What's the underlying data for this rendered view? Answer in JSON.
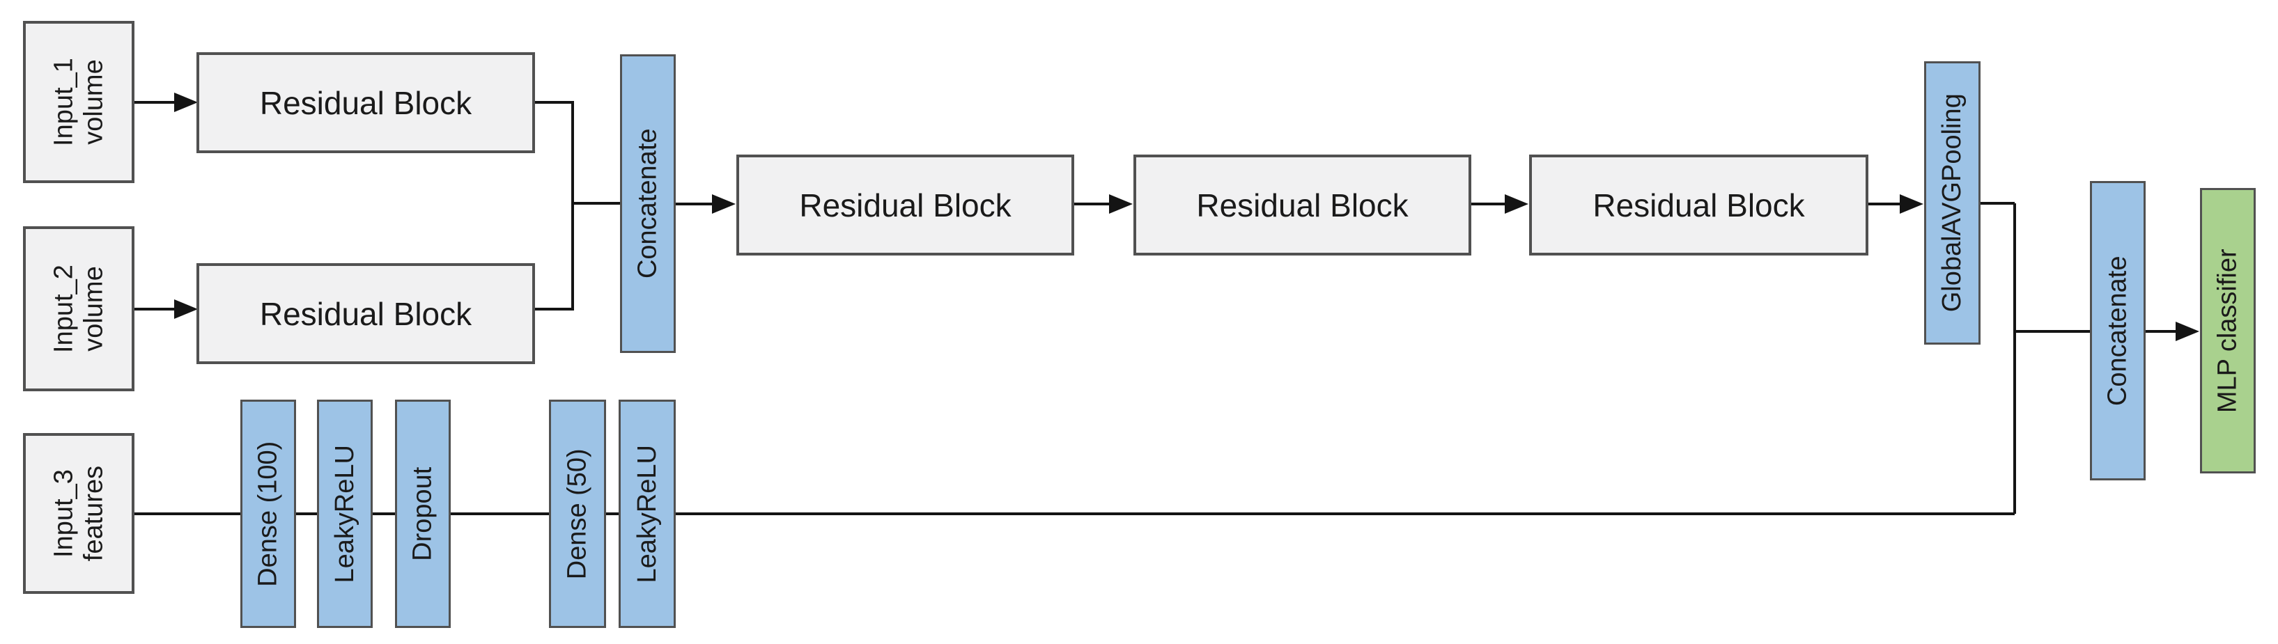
{
  "diagram": {
    "description": "Multi-input neural network architecture diagram"
  },
  "nodes": {
    "input1": {
      "line1": "Input_1",
      "line2": "volume"
    },
    "input2": {
      "line1": "Input_2",
      "line2": "volume"
    },
    "input3": {
      "line1": "Input_3",
      "line2": "features"
    },
    "rb_top": {
      "label": "Residual Block"
    },
    "rb_bottom": {
      "label": "Residual Block"
    },
    "concat1": {
      "label": "Concatenate"
    },
    "rb_mid1": {
      "label": "Residual Block"
    },
    "rb_mid2": {
      "label": "Residual Block"
    },
    "rb_mid3": {
      "label": "Residual Block"
    },
    "gap": {
      "label": "GlobalAVGPooling"
    },
    "concat2": {
      "label": "Concatenate"
    },
    "mlp": {
      "label": "MLP classifier"
    },
    "dense100": {
      "label": "Dense (100)"
    },
    "leaky1": {
      "label": "LeakyReLU"
    },
    "dropout": {
      "label": "Dropout"
    },
    "dense50": {
      "label": "Dense (50)"
    },
    "leaky2": {
      "label": "LeakyReLU"
    }
  },
  "colors": {
    "blue": "#9dc3e6",
    "green": "#a9d18e",
    "grayfill": "#f1f1f2",
    "border": "#515151",
    "line": "#141414",
    "text": "#1a1a1a",
    "bg": "#ffffff"
  }
}
